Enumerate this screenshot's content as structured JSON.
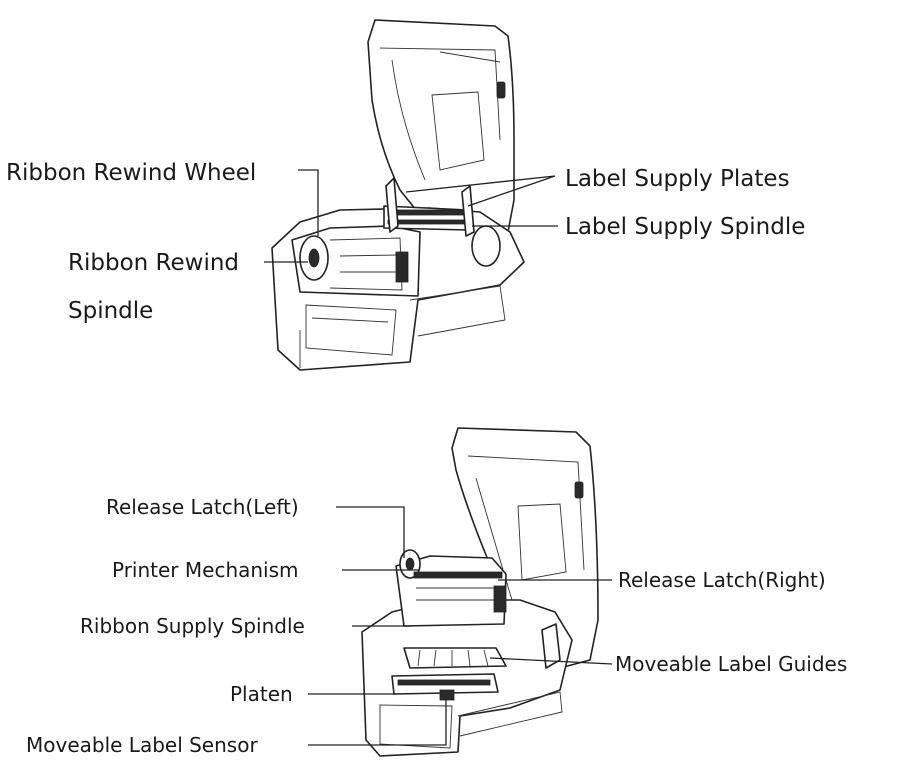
{
  "labels": {
    "ribbon_rewind_wheel": "Ribbon Rewind Wheel",
    "ribbon_rewind_spindle_1": "Ribbon Rewind",
    "ribbon_rewind_spindle_2": "Spindle",
    "label_supply_plates": "Label Supply Plates",
    "label_supply_spindle": "Label Supply Spindle",
    "release_latch_left": "Release Latch(Left)",
    "printer_mechanism": "Printer Mechanism",
    "ribbon_supply_spindle": "Ribbon Supply Spindle",
    "platen": "Platen",
    "moveable_label_sensor": "Moveable Label Sensor",
    "release_latch_right": "Release Latch(Right)",
    "moveable_label_guides": "Moveable Label Guides"
  }
}
